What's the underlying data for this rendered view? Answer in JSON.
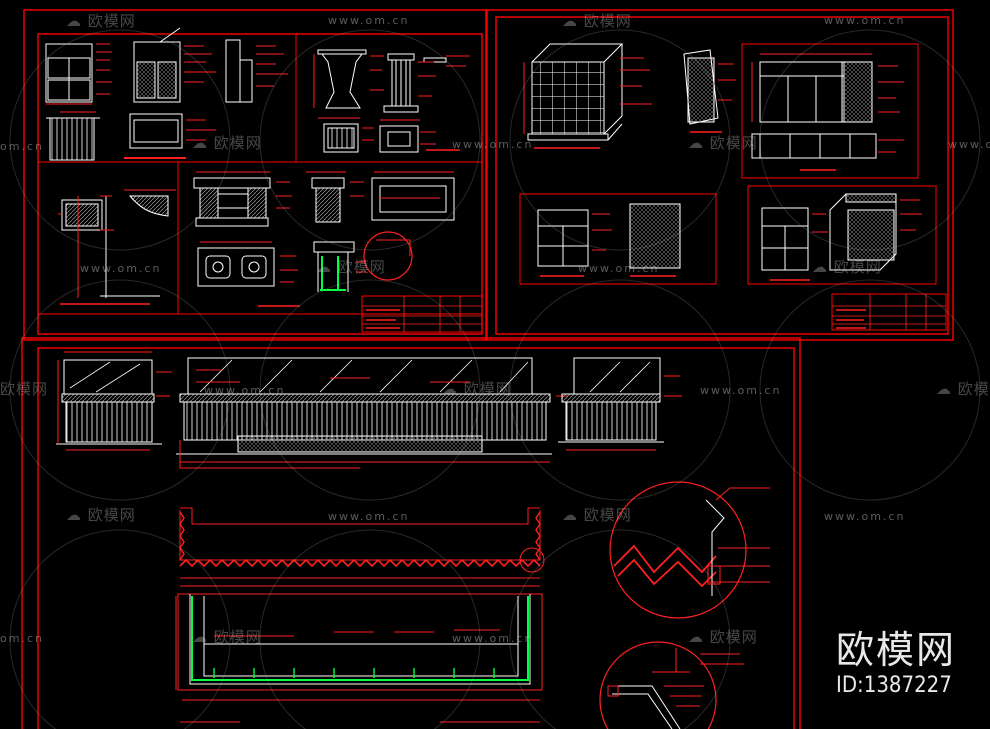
{
  "watermark": {
    "brand_text": "欧模网",
    "url_text": "www.om.cn",
    "url_fragment": "om.cn",
    "brand_fragment": "欧模网"
  },
  "brand": {
    "name": "欧模网",
    "id_text": "ID:1387227"
  },
  "colors": {
    "background": "#000000",
    "frame": "#ff0000",
    "linework": "#ffffff",
    "dimension": "#ff2020",
    "hatch": "#b0b0b0",
    "accent": "#00ff40"
  }
}
